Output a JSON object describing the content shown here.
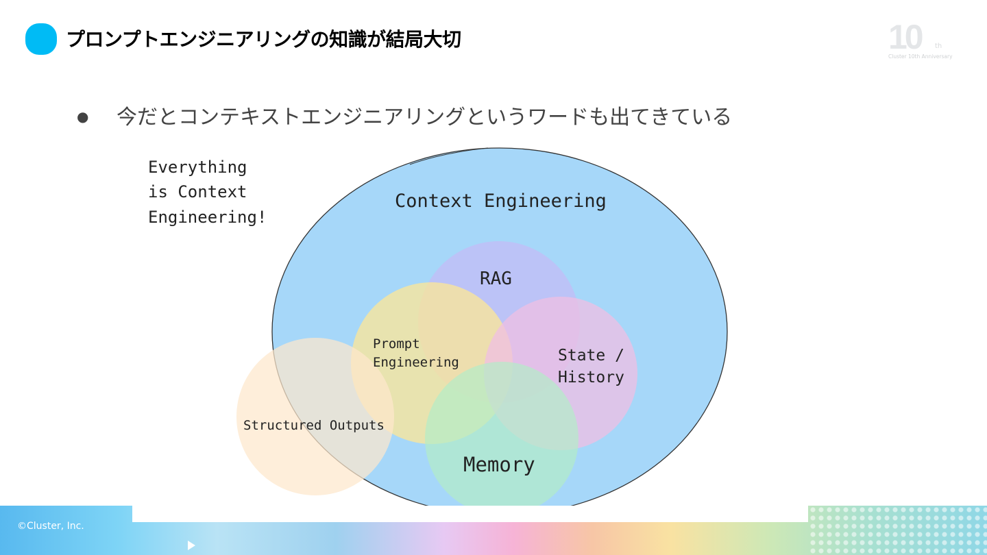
{
  "slide": {
    "title": "プロンプトエンジニアリングの知識が結局大切",
    "bullet_mark": "●",
    "bullet_text": "今だとコンテキストエンジニアリングというワードも出てきている"
  },
  "logo": {
    "number": "10",
    "suffix": "th",
    "caption": "Cluster 10th Anniversary"
  },
  "diagram": {
    "side_note_lines": [
      "Everything",
      "is Context",
      "Engineering!"
    ],
    "outer_label": "Context Engineering",
    "circles": {
      "rag": "RAG",
      "prompt_line1": "Prompt",
      "prompt_line2": "Engineering",
      "state_line1": "State /",
      "state_line2": "History",
      "memory": "Memory",
      "structured": "Structured Outputs"
    },
    "colors": {
      "outer": "#a6d7f9",
      "rag": "#c3bcf5",
      "prompt": "#fde795",
      "state": "#efbfe3",
      "memory": "#b4ecc7",
      "structured": "#fde8cc"
    }
  },
  "footer": {
    "copyright": "©Cluster, Inc."
  }
}
